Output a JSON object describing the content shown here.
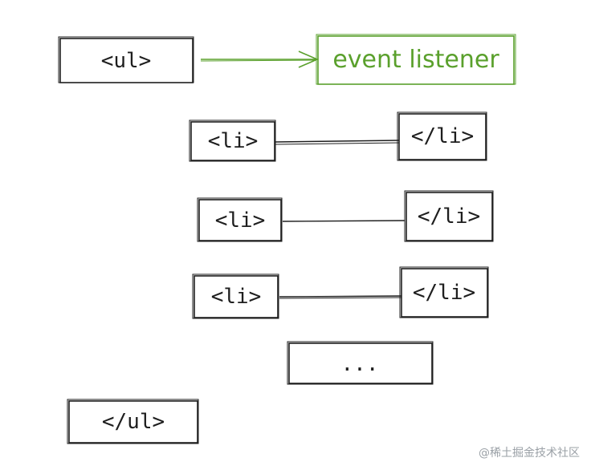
{
  "nodes": {
    "ul_open": "<ul>",
    "event_listener": "event listener",
    "li_open_1": "<li>",
    "li_close_1": "</li>",
    "li_open_2": "<li>",
    "li_close_2": "</li>",
    "li_open_3": "<li>",
    "li_close_3": "</li>",
    "ellipsis": "...",
    "ul_close": "</ul>"
  },
  "colors": {
    "ink": "#1e1e1e",
    "accent": "#5aa02c"
  },
  "watermark": "@稀土掘金技术社区"
}
